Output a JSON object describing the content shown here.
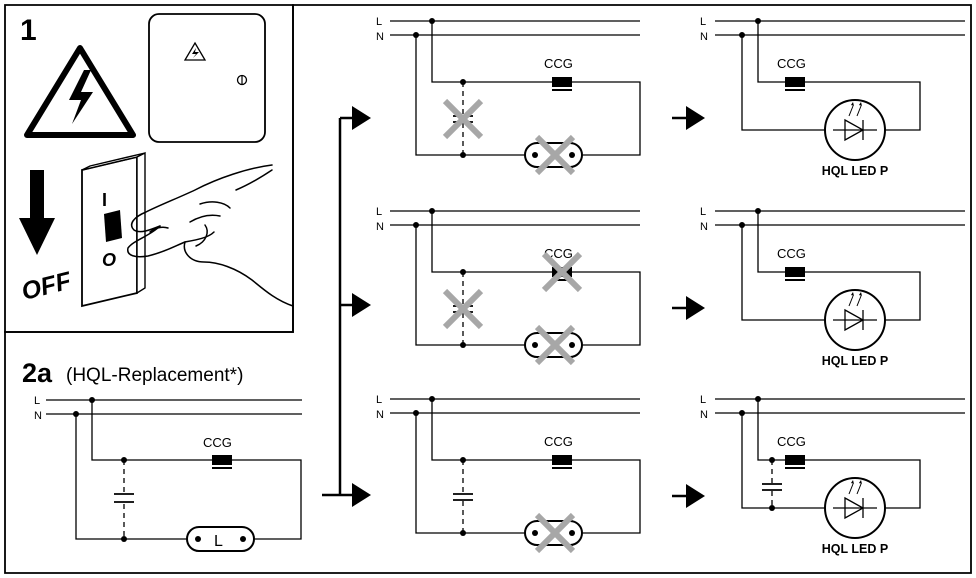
{
  "panel1": {
    "step_number": "1",
    "switch_on_label": "I",
    "switch_off_label": "O",
    "off_label": "OFF",
    "warning_icon": "high-voltage-warning-icon",
    "hand_icon": "hand-operating-switch-icon",
    "arrow_icon": "arrow-down-icon"
  },
  "panel2a": {
    "step_label": "2a",
    "subtitle": "(HQL-Replacement*)",
    "line_label": "L",
    "neutral_label": "N",
    "ballast_label": "CCG",
    "lamp_label": "L"
  },
  "circuits": {
    "line_label": "L",
    "neutral_label": "N",
    "ballast_label": "CCG",
    "led_label": "HQL LED P",
    "rows": [
      {
        "capacitor_removed": true,
        "ballast_removed": false,
        "lamp_removed": true,
        "result_capacitor": false
      },
      {
        "capacitor_removed": true,
        "ballast_removed": true,
        "lamp_removed": true,
        "result_capacitor": false
      },
      {
        "capacitor_removed": false,
        "ballast_removed": false,
        "lamp_removed": true,
        "result_capacitor": true
      }
    ]
  },
  "colors": {
    "line": "#000000",
    "cross": "#a7a7a7",
    "background": "#ffffff"
  }
}
